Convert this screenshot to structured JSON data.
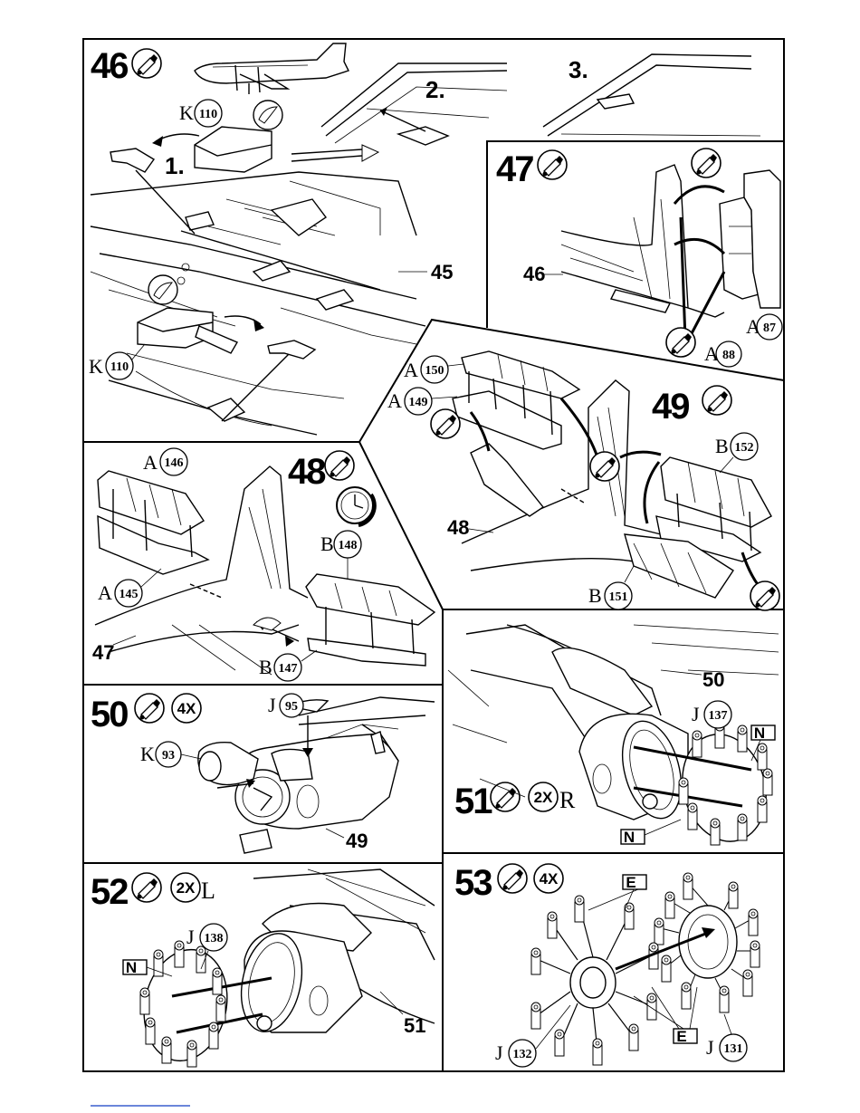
{
  "steps": {
    "s46": {
      "num": "46",
      "sub1": "1.",
      "sub2": "2.",
      "sub3": "3.",
      "ref": "45",
      "p_top": {
        "letter": "K",
        "num": "110"
      },
      "p_bot": {
        "letter": "K",
        "num": "110"
      }
    },
    "s47": {
      "num": "47",
      "ref": "46",
      "p1": {
        "letter": "A",
        "num": "87"
      },
      "p2": {
        "letter": "A",
        "num": "88"
      }
    },
    "s48": {
      "num": "48",
      "ref": "47",
      "p1": {
        "letter": "A",
        "num": "146"
      },
      "p2": {
        "letter": "A",
        "num": "145"
      },
      "p3": {
        "letter": "B",
        "num": "148"
      },
      "p4": {
        "letter": "B",
        "num": "147"
      }
    },
    "s49": {
      "num": "49",
      "ref": "48",
      "p1": {
        "letter": "A",
        "num": "150"
      },
      "p2": {
        "letter": "A",
        "num": "149"
      },
      "p3": {
        "letter": "B",
        "num": "152"
      },
      "p4": {
        "letter": "B",
        "num": "151"
      }
    },
    "s50": {
      "num": "50",
      "qty": "4X",
      "ref": "49",
      "p1": {
        "letter": "J",
        "num": "95"
      },
      "p2": {
        "letter": "K",
        "num": "93"
      }
    },
    "s51": {
      "num": "51",
      "qty": "2X",
      "side": "R",
      "ref": "50",
      "p1": {
        "letter": "J",
        "num": "137"
      },
      "tag1": "N",
      "tag2": "N"
    },
    "s52": {
      "num": "52",
      "qty": "2X",
      "side": "L",
      "ref": "51",
      "p1": {
        "letter": "J",
        "num": "138"
      },
      "tag1": "N"
    },
    "s53": {
      "num": "53",
      "qty": "4X",
      "p1": {
        "letter": "J",
        "num": "132"
      },
      "p2": {
        "letter": "J",
        "num": "131"
      },
      "tag1": "E",
      "tag2": "E"
    }
  }
}
